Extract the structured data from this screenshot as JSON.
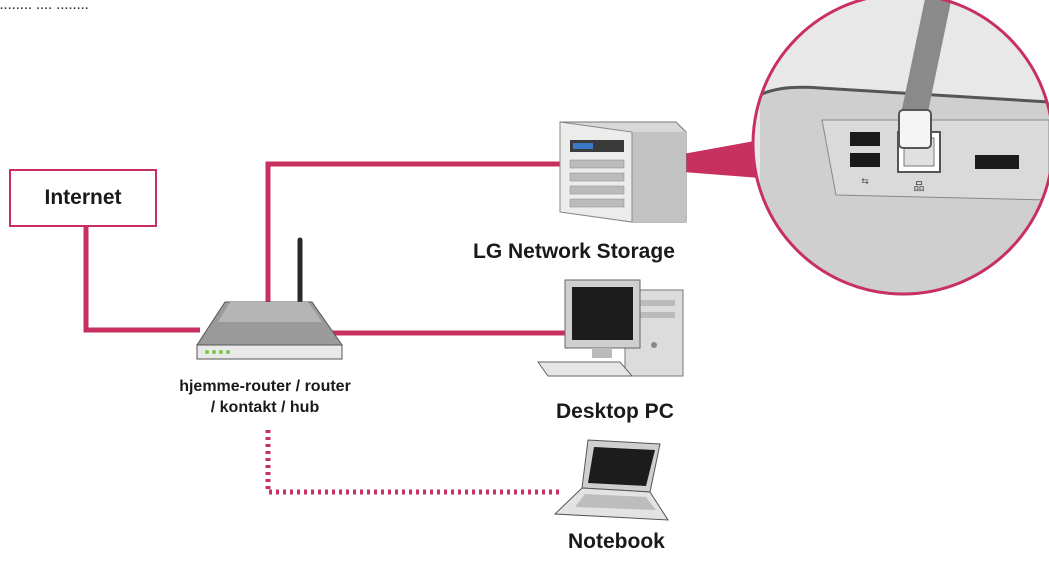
{
  "colors": {
    "connection": "#c8305f",
    "device_gray": "#9a9a9a",
    "device_light": "#e6e6e6",
    "device_dark": "#333333"
  },
  "header_fragment": "........ .... ........",
  "nodes": {
    "internet": {
      "label": "Internet",
      "icon": "internet-box"
    },
    "router": {
      "line1": "hjemme-router / router",
      "line2": "/ kontakt / hub",
      "icon": "router-icon"
    },
    "storage": {
      "label": "LG Network Storage",
      "icon": "nas-icon"
    },
    "desktop": {
      "label": "Desktop PC",
      "icon": "desktop-pc-icon"
    },
    "notebook": {
      "label": "Notebook",
      "icon": "laptop-icon"
    },
    "port_zoom": {
      "icon": "lan-port-zoom"
    }
  },
  "connections": [
    {
      "from": "internet",
      "to": "router",
      "style": "solid"
    },
    {
      "from": "router",
      "to": "storage",
      "style": "solid"
    },
    {
      "from": "router",
      "to": "desktop",
      "style": "solid"
    },
    {
      "from": "router",
      "to": "notebook",
      "style": "dotted"
    }
  ]
}
